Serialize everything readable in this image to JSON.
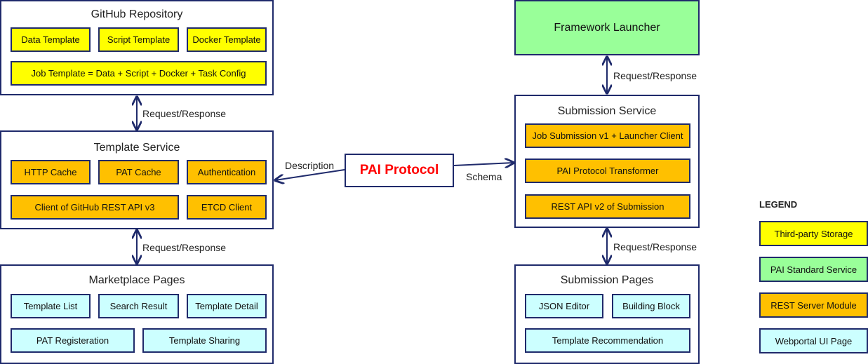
{
  "github": {
    "title": "GitHub Repository",
    "data_template": "Data Template",
    "script_template": "Script Template",
    "docker_template": "Docker Template",
    "job_template": "Job Template = Data + Script + Docker + Task Config"
  },
  "template_service": {
    "title": "Template Service",
    "http_cache": "HTTP Cache",
    "pat_cache": "PAT Cache",
    "authentication": "Authentication",
    "github_client": "Client of GitHub REST API v3",
    "etcd_client": "ETCD Client"
  },
  "marketplace": {
    "title": "Marketplace Pages",
    "template_list": "Template List",
    "search_result": "Search Result",
    "template_detail": "Template Detail",
    "pat_registration": "PAT Registeration",
    "template_sharing": "Template Sharing"
  },
  "framework_launcher": "Framework Launcher",
  "submission_service": {
    "title": "Submission Service",
    "job_submission": "Job Submission v1 + Launcher Client",
    "transformer": "PAI Protocol Transformer",
    "rest_api": "REST API v2 of Submission"
  },
  "submission_pages": {
    "title": "Submission Pages",
    "json_editor": "JSON Editor",
    "building_block": "Building Block",
    "template_recommendation": "Template Recommendation"
  },
  "protocol": {
    "title": "PAI Protocol",
    "title_color": "#ff0000",
    "description_label": "Description",
    "schema_label": "Schema"
  },
  "edges": {
    "request_response": "Request/Response"
  },
  "legend": {
    "title": "LEGEND",
    "items": [
      {
        "label": "Third-party Storage",
        "color": "#ffff00"
      },
      {
        "label": "PAI Standard Service",
        "color": "#99ff99"
      },
      {
        "label": "REST Server Module",
        "color": "#ffc000"
      },
      {
        "label": "Webportal UI Page",
        "color": "#ccffff"
      }
    ]
  }
}
